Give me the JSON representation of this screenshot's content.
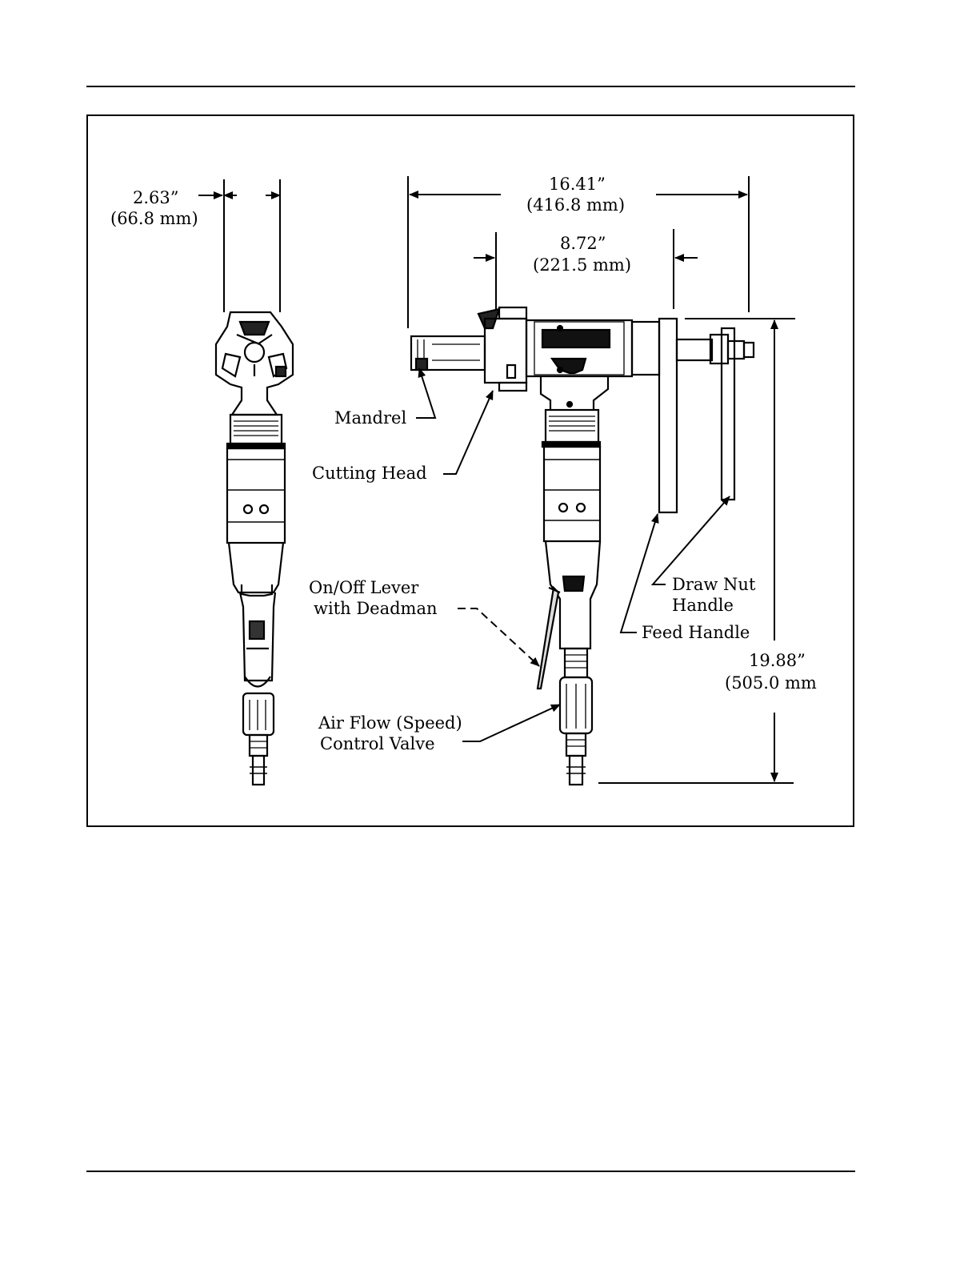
{
  "figure": {
    "dimensions": {
      "width_in": "2.63”",
      "width_mm": "(66.8 mm)",
      "overall_length_in": "16.41”",
      "overall_length_mm": "(416.8 mm)",
      "feed_length_in": "8.72”",
      "feed_length_mm": "(221.5 mm)",
      "height_in": "19.88”",
      "height_mm": "(505.0 mm"
    },
    "labels": {
      "mandrel": "Mandrel",
      "cutting_head": "Cutting Head",
      "on_off_lever_line1": "On/Off  Lever",
      "on_off_lever_line2": "with Deadman",
      "air_flow_line1": "Air Flow (Speed)",
      "air_flow_line2": "Control Valve",
      "draw_nut_line1": "Draw Nut",
      "draw_nut_line2": "Handle",
      "feed_handle": "Feed Handle"
    }
  }
}
